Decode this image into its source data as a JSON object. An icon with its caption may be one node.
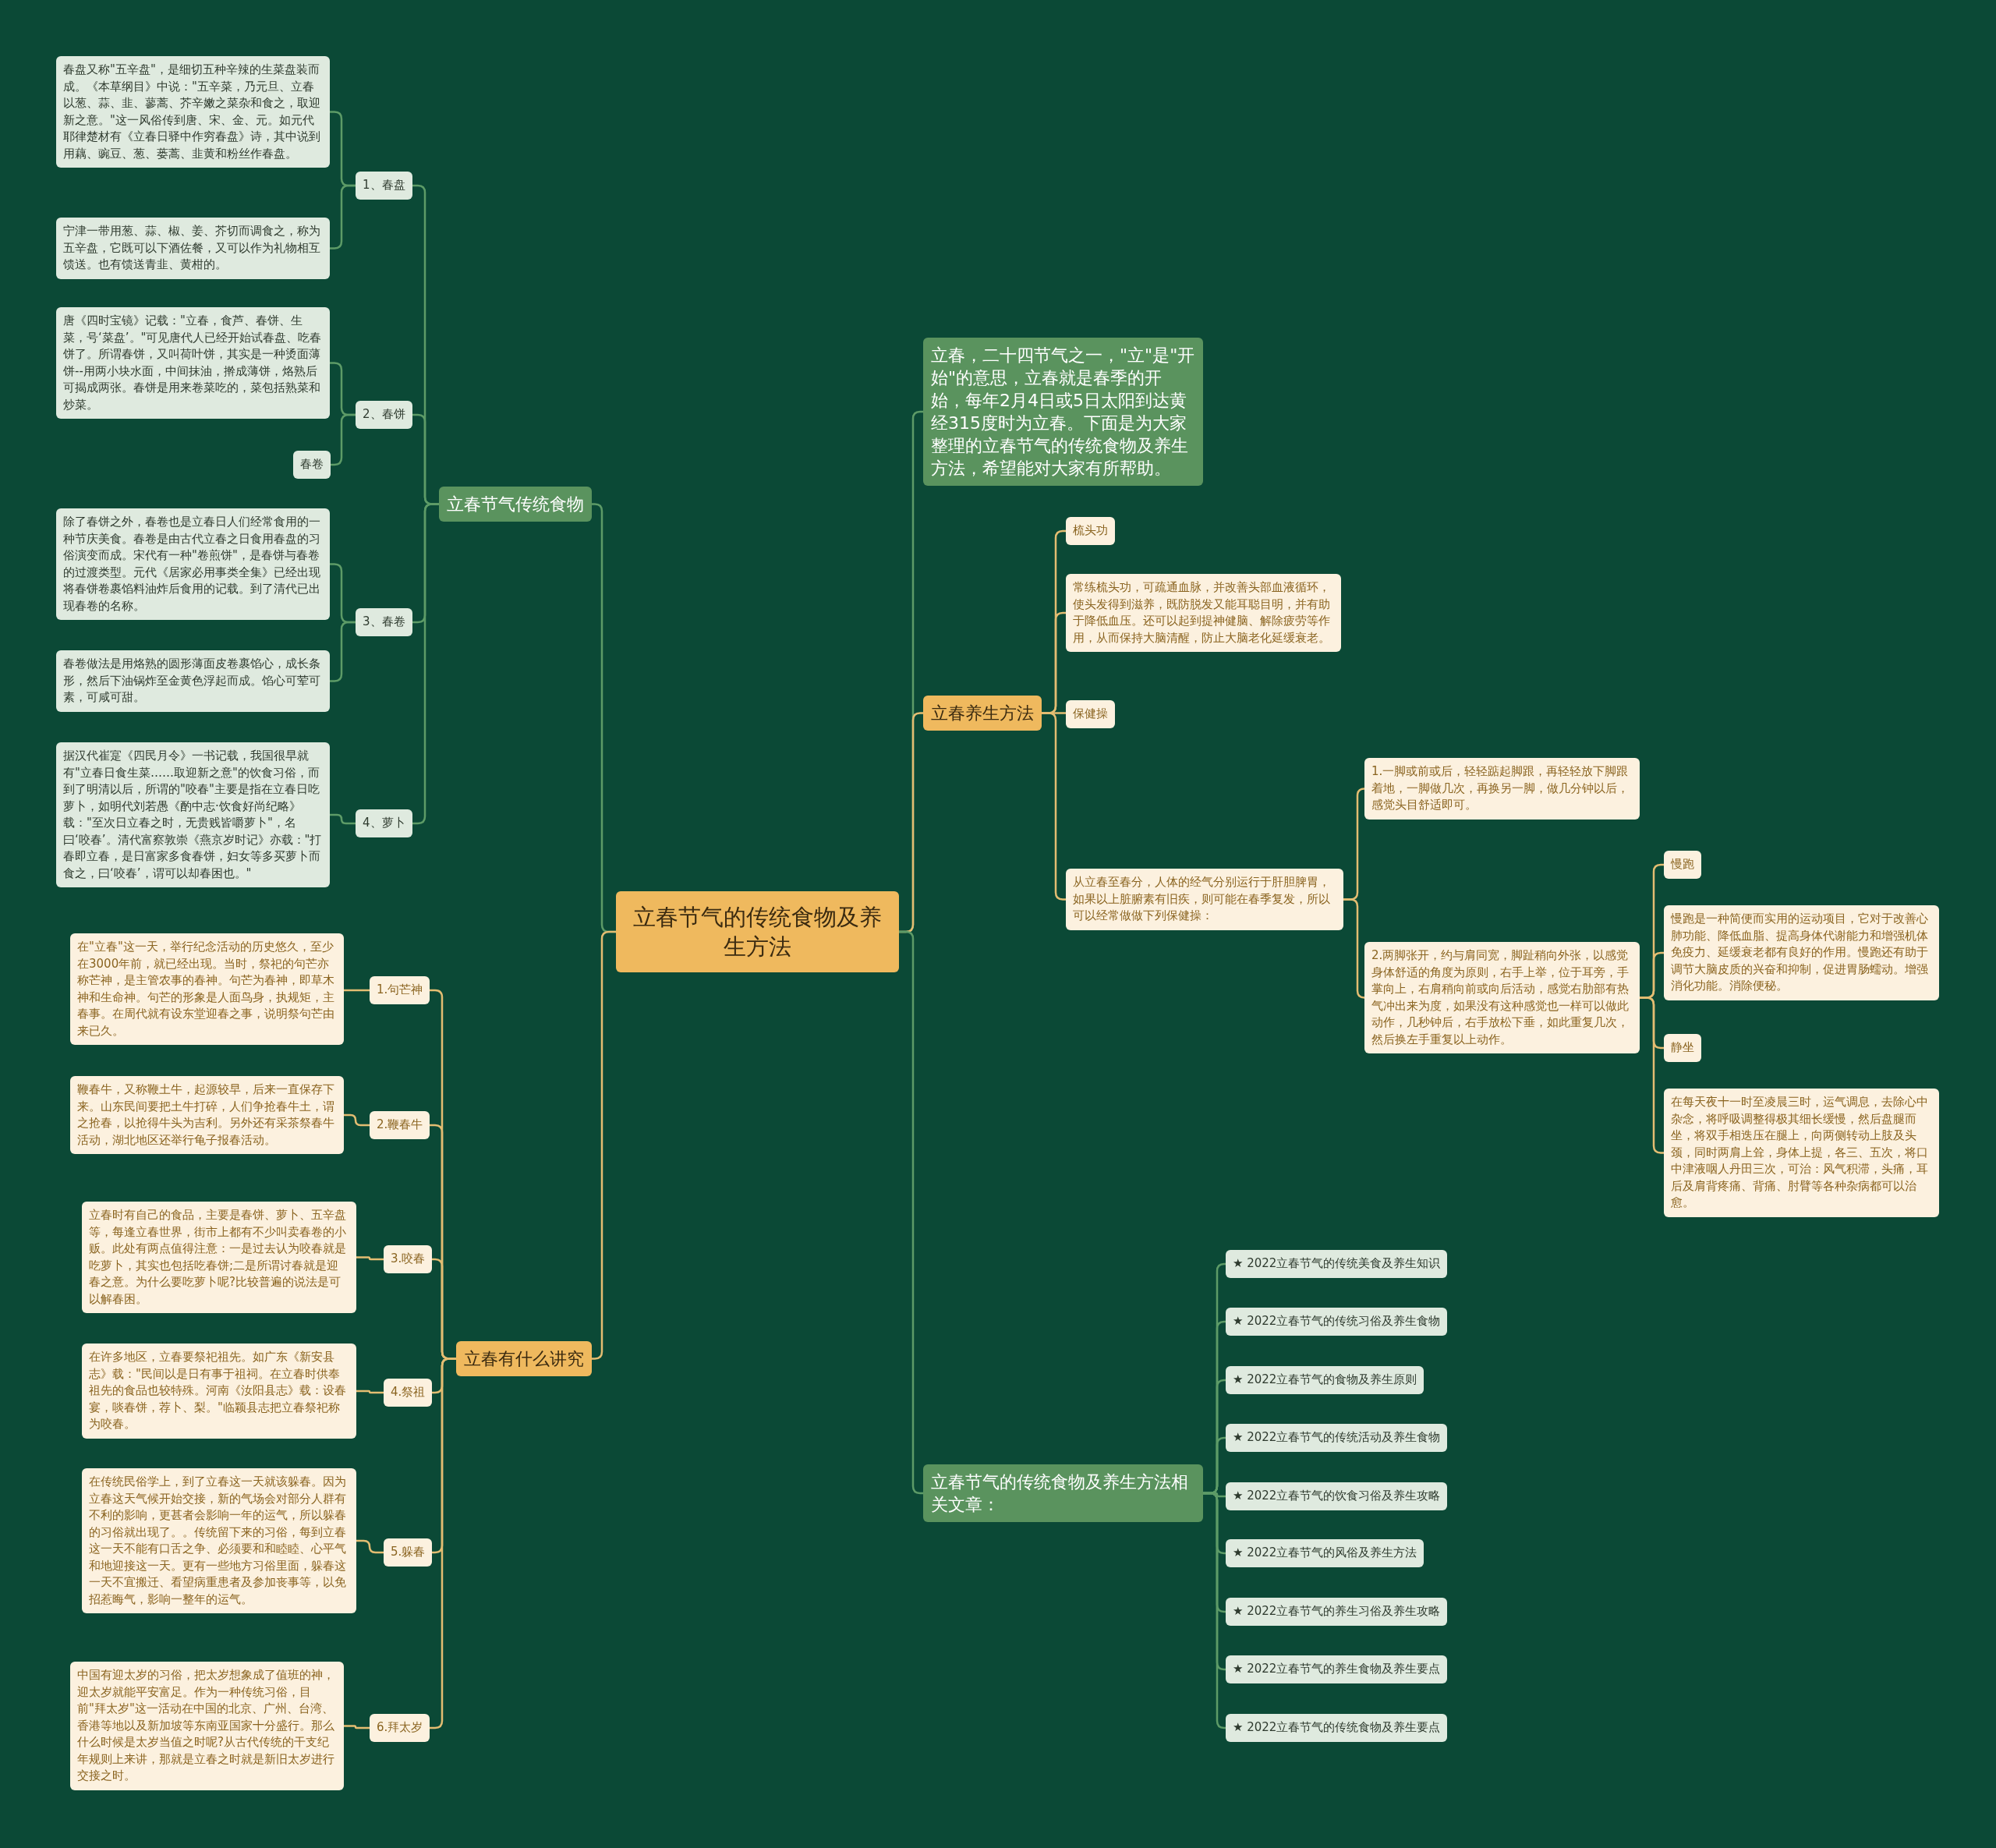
{
  "diagram": {
    "nodes": [
      {
        "text": [
          "立春节气的传统食物及养生方法"
        ]
      },
      {
        "text": [
          "立春节气传统食物"
        ]
      },
      {
        "text": [
          "1、春盘"
        ]
      },
      {
        "text": [
          "春盘又称\"五辛盘\"，是细切五种辛辣的生菜盘装而成。《本草纲目》中说：\"五辛菜，乃元旦、立春以葱、蒜、韭、蓼蒿、芥辛嫩之菜杂和食之，取迎新之意。\"这一风俗传到唐、宋、金、元。如元代耶律楚材有《立春日驿中作穷春盘》诗，其中说到用藕、豌豆、葱、蒌蒿、韭黄和粉丝作春盘。"
        ]
      },
      {
        "text": [
          "宁津一带用葱、蒜、椒、姜、芥切而调食之，称为五辛盘，它既可以下酒佐餐，又可以作为礼物相互馈送。也有馈送青韭、黄柑的。"
        ]
      },
      {
        "text": [
          "2、春饼"
        ]
      },
      {
        "text": [
          "唐《四时宝镜》记载：\"立春，食芦、春饼、生菜，号‘菜盘’。\"可见唐代人已经开始试春盘、吃春饼了。所谓春饼，又叫荷叶饼，其实是一种烫面薄饼--用两小块水面，中间抹油，擀成薄饼，烙熟后可揭成两张。春饼是用来卷菜吃的，菜包括熟菜和炒菜。"
        ]
      },
      {
        "text": [
          "春卷"
        ]
      },
      {
        "text": [
          "3、春卷"
        ]
      },
      {
        "text": [
          "除了春饼之外，春卷也是立春日人们经常食用的一种节庆美食。春卷是由古代立春之日食用春盘的习俗演变而成。宋代有一种\"卷煎饼\"，是春饼与春卷的过渡类型。元代《居家必用事类全集》已经出现将春饼卷裹馅料油炸后食用的记载。到了清代已出现春卷的名称。"
        ]
      },
      {
        "text": [
          "春卷做法是用烙熟的圆形薄面皮卷裹馅心，成长条形，然后下油锅炸至金黄色浮起而成。馅心可荤可素，可咸可甜。"
        ]
      },
      {
        "text": [
          "4、萝卜"
        ]
      },
      {
        "text": [
          "据汉代崔寔《四民月令》一书记载，我国很早就有\"立春日食生菜……取迎新之意\"的饮食习俗，而到了明清以后，所谓的\"咬春\"主要是指在立春日吃萝卜，如明代刘若愚《酌中志·饮食好尚纪略》载：\"至次日立春之时，无贵贱皆嚼萝卜\"，名曰‘咬春’。清代富察敦崇《燕京岁时记》亦载：\"打春即立春，是日富家多食春饼，妇女等多买萝卜而食之，曰‘咬春’，谓可以却春困也。\""
        ]
      },
      {
        "text": [
          "立春有什么讲究"
        ]
      },
      {
        "text": [
          "1.句芒神"
        ]
      },
      {
        "text": [
          "在\"立春\"这一天，举行纪念活动的历史悠久，至少在3000年前，就已经出现。当时，祭祀的句芒亦称芒神，是主管农事的春神。句芒为春神，即草木神和生命神。句芒的形象是人面鸟身，执规矩，主春事。在周代就有设东堂迎春之事，说明祭句芒由来已久。"
        ]
      },
      {
        "text": [
          "2.鞭春牛"
        ]
      },
      {
        "text": [
          "鞭春牛，又称鞭土牛，起源较早，后来一直保存下来。山东民间要把土牛打碎，人们争抢春牛土，谓之抢春，以抢得牛头为吉利。另外还有采茶祭春牛活动，湖北地区还举行龟子报春活动。"
        ]
      },
      {
        "text": [
          "3.咬春"
        ]
      },
      {
        "text": [
          "立春时有自己的食品，主要是春饼、萝卜、五辛盘等，每逢立春世界，街市上都有不少叫卖春卷的小贩。此处有两点值得注意：一是过去认为咬春就是吃萝卜，其实也包括吃春饼;二是所谓讨春就是迎春之意。为什么要吃萝卜呢?比较普遍的说法是可以解春困。"
        ]
      },
      {
        "text": [
          "4.祭祖"
        ]
      },
      {
        "text": [
          "在许多地区，立春要祭祀祖先。如广东《新安县志》载：\"民间以是日有事于祖祠。在立春时供奉祖先的食品也较特殊。河南《汝阳县志》载：设春宴，啖春饼，荐卜、梨。\"临颖县志把立春祭祀称为咬春。"
        ]
      },
      {
        "text": [
          "5.躲春"
        ]
      },
      {
        "text": [
          "在传统民俗学上，到了立春这一天就该躲春。因为立春这天气候开始交接，新的气场会对部分人群有不利的影响，更甚者会影响一年的运气，所以躲春的习俗就出现了。。传统留下来的习俗，每到立春这一天不能有口舌之争、必须要和和睦睦、心平气和地迎接这一天。更有一些地方习俗里面，躲春这一天不宜搬迁、看望病重患者及参加丧事等，以免招惹晦气，影响一整年的运气。"
        ]
      },
      {
        "text": [
          "6.拜太岁"
        ]
      },
      {
        "text": [
          "中国有迎太岁的习俗，把太岁想象成了值班的神，迎太岁就能平安富足。作为一种传统习俗，目前\"拜太岁\"这一活动在中国的北京、广州、台湾、香港等地以及新加坡等东南亚国家十分盛行。那么什么时候是太岁当值之时呢?从古代传统的干支纪年规则上来讲，那就是立春之时就是新旧太岁进行交接之时。"
        ]
      },
      {
        "text": [
          "立春，二十四节气之一，\"立\"是\"开始\"的意思，立春就是春季的开始，每年2月4日或5日太阳到达黄经315度时为立春。下面是为大家整理的立春节气的传统食物及养生方法，希望能对大家有所帮助。"
        ]
      },
      {
        "text": [
          "立春养生方法"
        ]
      },
      {
        "text": [
          "梳头功"
        ]
      },
      {
        "text": [
          "常练梳头功，可疏通血脉，并改善头部血液循环，使头发得到滋养，既防脱发又能耳聪目明，并有助于降低血压。还可以起到提神健脑、解除疲劳等作用，从而保持大脑清醒，防止大脑老化延缓衰老。"
        ]
      },
      {
        "text": [
          "保健操"
        ]
      },
      {
        "text": [
          "从立春至春分，人体的经气分别运行于肝胆脾胃，如果以上脏腑素有旧疾，则可能在春季复发，所以可以经常做做下列保健操："
        ]
      },
      {
        "text": [
          "1.一脚或前或后，轻轻踮起脚跟，再轻轻放下脚跟着地，一脚做几次，再换另一脚，做几分钟以后，感觉头目舒适即可。"
        ]
      },
      {
        "text": [
          "2.两脚张开，约与肩同宽，脚趾稍向外张，以感觉身体舒适的角度为原则，右手上举，位于耳旁，手掌向上，右肩稍向前或向后活动，感觉右肋部有热气冲出来为度，如果没有这种感觉也一样可以做此动作，几秒钟后，右手放松下垂，如此重复几次，然后换左手重复以上动作。"
        ]
      },
      {
        "text": [
          "慢跑"
        ]
      },
      {
        "text": [
          "慢跑是一种简便而实用的运动项目，它对于改善心肺功能、降低血脂、提高身体代谢能力和增强机体免疫力、延缓衰老都有良好的作用。慢跑还有助于调节大脑皮质的兴奋和抑制，促进胃肠蠕动。增强消化功能。消除便秘。"
        ]
      },
      {
        "text": [
          "静坐"
        ]
      },
      {
        "text": [
          "在每天夜十一时至凌晨三时，运气调息，去除心中杂念，将呼吸调整得极其细长缓慢，然后盘腿而坐，将双手相迭压在腿上，向两侧转动上肢及头颈，同时两肩上耸，身体上提，各三、五次，将口中津液咽人丹田三次，可治：风气积滞，头痛，耳后及肩背疼痛、背痛、肘臂等各种杂病都可以治愈。"
        ]
      },
      {
        "text": [
          "立春节气的传统食物及养生方法相关文章："
        ]
      },
      {
        "text": [
          "★ 2022立春节气的传统美食及养生知识"
        ]
      },
      {
        "text": [
          "★ 2022立春节气的传统习俗及养生食物"
        ]
      },
      {
        "text": [
          "★ 2022立春节气的食物及养生原则"
        ]
      },
      {
        "text": [
          "★ 2022立春节气的传统活动及养生食物"
        ]
      },
      {
        "text": [
          "★ 2022立春节气的饮食习俗及养生攻略"
        ]
      },
      {
        "text": [
          "★ 2022立春节气的风俗及养生方法"
        ]
      },
      {
        "text": [
          "★ 2022立春节气的养生习俗及养生攻略"
        ]
      },
      {
        "text": [
          "★ 2022立春节气的养生食物及养生要点"
        ]
      },
      {
        "text": [
          "★ 2022立春节气的传统食物及养生要点"
        ]
      }
    ],
    "edges": [
      {
        "from": 0,
        "to": 1,
        "arrow": "none",
        "color": "#5d9b67"
      },
      {
        "from": 1,
        "to": 2,
        "arrow": "none",
        "color": "#5d9b67"
      },
      {
        "from": 2,
        "to": 3,
        "arrow": "none",
        "color": "#5d9b67"
      },
      {
        "from": 2,
        "to": 4,
        "arrow": "none",
        "color": "#5d9b67"
      },
      {
        "from": 1,
        "to": 5,
        "arrow": "none",
        "color": "#5d9b67"
      },
      {
        "from": 5,
        "to": 6,
        "arrow": "none",
        "color": "#5d9b67"
      },
      {
        "from": 5,
        "to": 7,
        "arrow": "none",
        "color": "#5d9b67"
      },
      {
        "from": 1,
        "to": 8,
        "arrow": "none",
        "color": "#5d9b67"
      },
      {
        "from": 8,
        "to": 9,
        "arrow": "none",
        "color": "#5d9b67"
      },
      {
        "from": 8,
        "to": 10,
        "arrow": "none",
        "color": "#5d9b67"
      },
      {
        "from": 1,
        "to": 11,
        "arrow": "none",
        "color": "#5d9b67"
      },
      {
        "from": 11,
        "to": 12,
        "arrow": "none",
        "color": "#5d9b67"
      },
      {
        "from": 0,
        "to": 13,
        "arrow": "none",
        "color": "#e3bd72"
      },
      {
        "from": 13,
        "to": 14,
        "arrow": "none",
        "color": "#e3bd72"
      },
      {
        "from": 14,
        "to": 15,
        "arrow": "none",
        "color": "#e3bd72"
      },
      {
        "from": 13,
        "to": 16,
        "arrow": "none",
        "color": "#e3bd72"
      },
      {
        "from": 16,
        "to": 17,
        "arrow": "none",
        "color": "#e3bd72"
      },
      {
        "from": 13,
        "to": 18,
        "arrow": "none",
        "color": "#e3bd72"
      },
      {
        "from": 18,
        "to": 19,
        "arrow": "none",
        "color": "#e3bd72"
      },
      {
        "from": 13,
        "to": 20,
        "arrow": "none",
        "color": "#e3bd72"
      },
      {
        "from": 20,
        "to": 21,
        "arrow": "none",
        "color": "#e3bd72"
      },
      {
        "from": 13,
        "to": 22,
        "arrow": "none",
        "color": "#e3bd72"
      },
      {
        "from": 22,
        "to": 23,
        "arrow": "none",
        "color": "#e3bd72"
      },
      {
        "from": 13,
        "to": 24,
        "arrow": "none",
        "color": "#e3bd72"
      },
      {
        "from": 24,
        "to": 25,
        "arrow": "none",
        "color": "#e3bd72"
      },
      {
        "from": 0,
        "to": 26,
        "arrow": "none",
        "color": "#5d9b67"
      },
      {
        "from": 0,
        "to": 27,
        "arrow": "none",
        "color": "#e3bd72"
      },
      {
        "from": 27,
        "to": 28,
        "arrow": "none",
        "color": "#e3bd72"
      },
      {
        "from": 27,
        "to": 29,
        "arrow": "none",
        "color": "#e3bd72"
      },
      {
        "from": 27,
        "to": 30,
        "arrow": "none",
        "color": "#e3bd72"
      },
      {
        "from": 27,
        "to": 31,
        "arrow": "none",
        "color": "#e3bd72"
      },
      {
        "from": 31,
        "to": 32,
        "arrow": "none",
        "color": "#e3bd72"
      },
      {
        "from": 31,
        "to": 33,
        "arrow": "none",
        "color": "#e3bd72"
      },
      {
        "from": 33,
        "to": 34,
        "arrow": "none",
        "color": "#e3bd72"
      },
      {
        "from": 33,
        "to": 35,
        "arrow": "none",
        "color": "#e3bd72"
      },
      {
        "from": 33,
        "to": 36,
        "arrow": "none",
        "color": "#e3bd72"
      },
      {
        "from": 33,
        "to": 37,
        "arrow": "none",
        "color": "#e3bd72"
      },
      {
        "from": 0,
        "to": 38,
        "arrow": "none",
        "color": "#5d9b67"
      },
      {
        "from": 38,
        "to": 39,
        "arrow": "none",
        "color": "#5d9b67"
      },
      {
        "from": 38,
        "to": 40,
        "arrow": "none",
        "color": "#5d9b67"
      },
      {
        "from": 38,
        "to": 41,
        "arrow": "none",
        "color": "#5d9b67"
      },
      {
        "from": 38,
        "to": 42,
        "arrow": "none",
        "color": "#5d9b67"
      },
      {
        "from": 38,
        "to": 43,
        "arrow": "none",
        "color": "#5d9b67"
      },
      {
        "from": 38,
        "to": 44,
        "arrow": "none",
        "color": "#5d9b67"
      },
      {
        "from": 38,
        "to": 45,
        "arrow": "none",
        "color": "#5d9b67"
      },
      {
        "from": 38,
        "to": 46,
        "arrow": "none",
        "color": "#5d9b67"
      },
      {
        "from": 38,
        "to": 47,
        "arrow": "none",
        "color": "#5d9b67"
      }
    ]
  }
}
